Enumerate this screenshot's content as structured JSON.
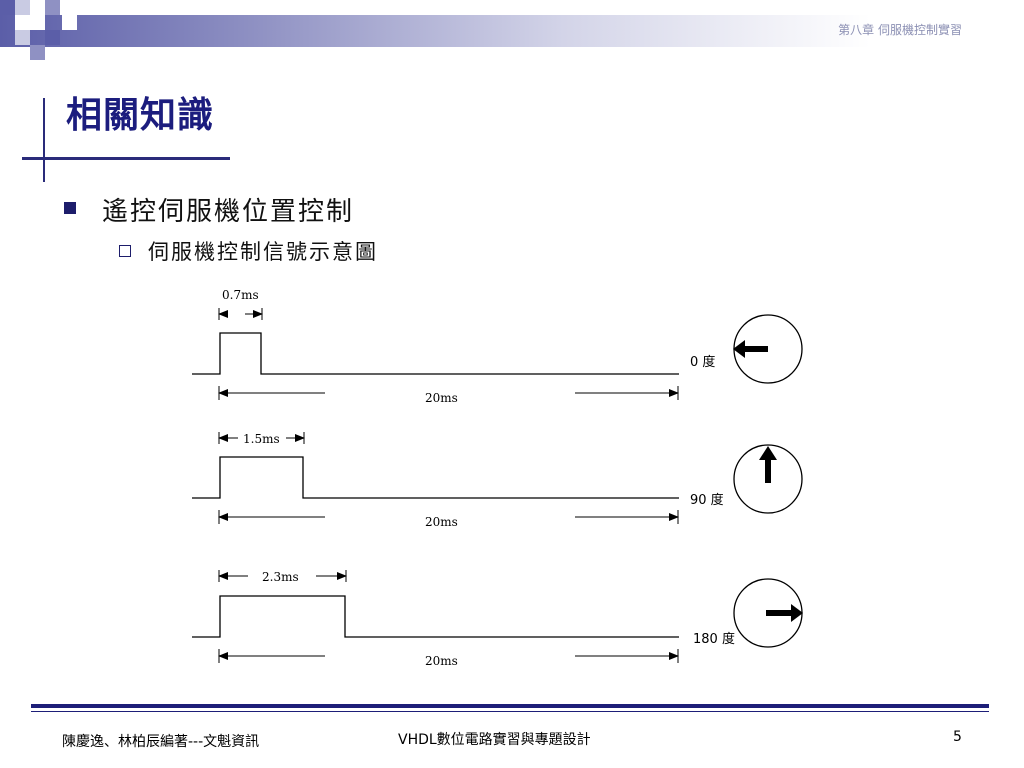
{
  "header": {
    "chapter": "第八章  伺服機控制實習"
  },
  "title": "相關知識",
  "bullets": [
    {
      "text": "遙控伺服機位置控制"
    },
    {
      "text": "伺服機控制信號示意圖"
    }
  ],
  "diagram": {
    "signals": [
      {
        "pulse_label": "0.7ms",
        "period_label": "20ms",
        "angle_label": "0 度",
        "arrow": "left-arrow"
      },
      {
        "pulse_label": "1.5ms",
        "period_label": "20ms",
        "angle_label": "90 度",
        "arrow": "up-arrow"
      },
      {
        "pulse_label": "2.3ms",
        "period_label": "20ms",
        "angle_label": "180 度",
        "arrow": "right-arrow"
      }
    ]
  },
  "footer": {
    "authors": "陳慶逸、林柏辰編著---文魁資訊",
    "book": "VHDL數位電路實習與專題設計",
    "page": "5"
  }
}
